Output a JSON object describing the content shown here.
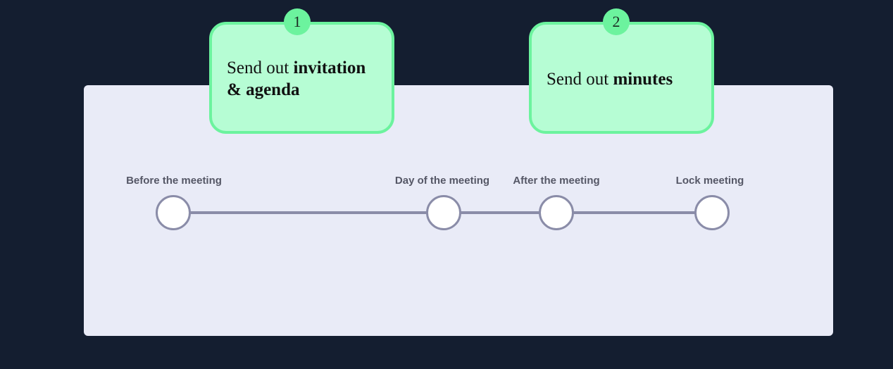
{
  "stages": [
    {
      "label": "Before the meeting"
    },
    {
      "label": "Day of the meeting"
    },
    {
      "label": "After the meeting"
    },
    {
      "label": "Lock meeting"
    }
  ],
  "tasks": [
    {
      "number": "1",
      "text_plain": "Send out ",
      "text_bold": "invitation & agenda"
    },
    {
      "number": "2",
      "text_plain": "Send out ",
      "text_bold": "minutes"
    }
  ],
  "colors": {
    "background": "#141e30",
    "panel": "#e9ebf7",
    "card_fill": "#b6fdd4",
    "card_border": "#6cf39e",
    "connector": "#8a8ca8"
  }
}
